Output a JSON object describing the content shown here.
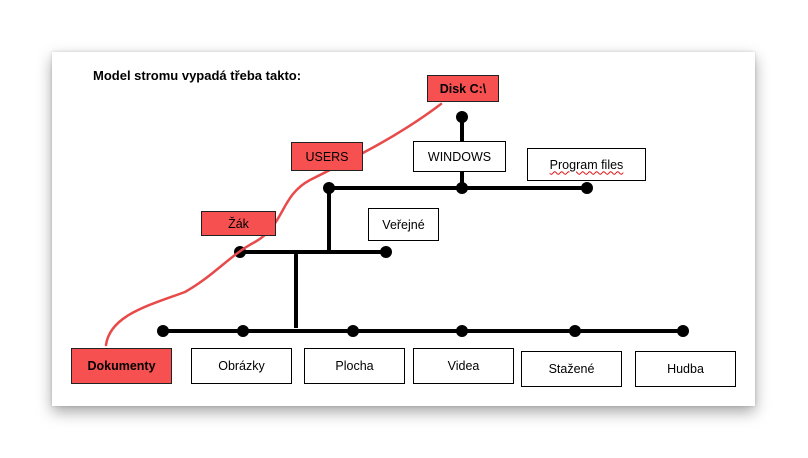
{
  "title": "Model stromu vypadá třeba takto:",
  "colors": {
    "highlight": "#f65050",
    "path": "#e84a4a",
    "line": "#000000"
  },
  "nodes": {
    "disk": "Disk C:\\",
    "users": "USERS",
    "windows": "WINDOWS",
    "program_files": "Program files",
    "zak": "Žák",
    "verejne": "Veřejné",
    "dokumenty": "Dokumenty",
    "obrazky": "Obrázky",
    "plocha": "Plocha",
    "videa": "Videa",
    "stazene": "Stažené",
    "hudba": "Hudba"
  }
}
